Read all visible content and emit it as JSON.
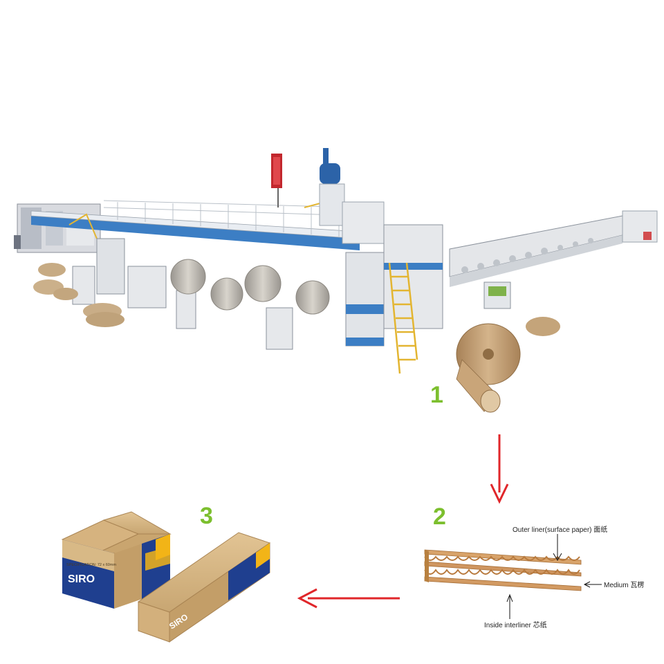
{
  "steps": {
    "step1": "1",
    "step2": "2",
    "step3": "3"
  },
  "layers": {
    "outer_liner": "Outer liner(surface paper) 面纸",
    "medium": "Medium 瓦楞",
    "inside_interliner": "Inside interliner 芯纸"
  },
  "box": {
    "brand": "SIRO",
    "spec": "SPECIFICATION: 72 x 60mm"
  },
  "colors": {
    "step_number": "#7cbf2e",
    "arrow": "#e0262a",
    "kraft": "#c9a579",
    "box_blue": "#1f3f8f",
    "box_yellow": "#f2b417",
    "machine_blue": "#3c7ec4"
  }
}
